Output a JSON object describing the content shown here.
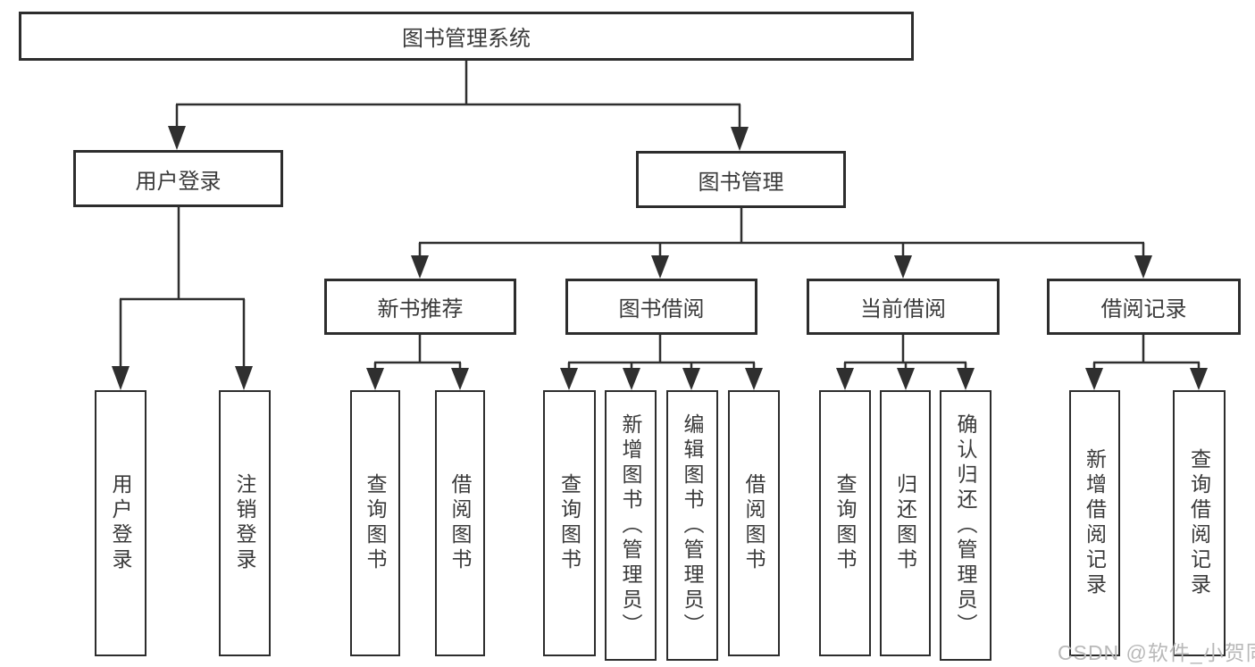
{
  "diagram_title": "图书管理系统",
  "tree": {
    "label": "图书管理系统",
    "children": [
      {
        "label": "用户登录",
        "children": [
          {
            "label": "用户登录"
          },
          {
            "label": "注销登录"
          }
        ]
      },
      {
        "label": "图书管理",
        "children": [
          {
            "label": "新书推荐",
            "children": [
              {
                "label": "查询图书"
              },
              {
                "label": "借阅图书"
              }
            ]
          },
          {
            "label": "图书借阅",
            "children": [
              {
                "label": "查询图书"
              },
              {
                "label": "新增图书（管理员）"
              },
              {
                "label": "编辑图书（管理员）"
              },
              {
                "label": "借阅图书"
              }
            ]
          },
          {
            "label": "当前借阅",
            "children": [
              {
                "label": "查询图书"
              },
              {
                "label": "归还图书"
              },
              {
                "label": "确认归还（管理员）"
              }
            ]
          },
          {
            "label": "借阅记录",
            "children": [
              {
                "label": "新增借阅记录"
              },
              {
                "label": "查询借阅记录"
              }
            ]
          }
        ]
      }
    ]
  },
  "watermark": {
    "text": "CSDN @软件_小贺同学",
    "color": "#b9b9b9"
  },
  "colors": {
    "line": "#2f2f2f",
    "border": "#2d2d2d",
    "text": "#3a3a3a",
    "background": "#ffffff"
  }
}
